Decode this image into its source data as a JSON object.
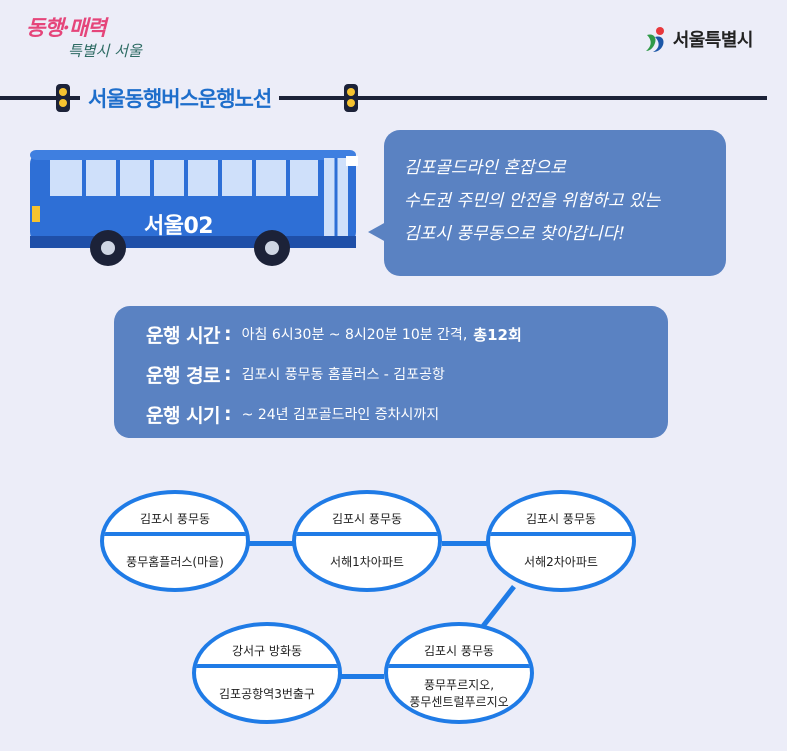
{
  "header": {
    "left_logo_line1": "동행·매력",
    "left_logo_line2": "특별시 서울",
    "right_logo_text": "서울특별시"
  },
  "title": "서울동행버스운행노선",
  "bus": {
    "number": "서울02"
  },
  "bubble": {
    "line1": "김포골드라인 혼잡으로",
    "line2": "수도권 주민의 안전을 위협하고 있는",
    "line3": "김포시 풍무동으로 찾아갑니다!"
  },
  "info": {
    "time_label": "운행 시간",
    "time_value": "아침 6시30분 ~ 8시20분 10분 간격,",
    "time_total": "총12회",
    "route_label": "운행 경로",
    "route_value": "김포시 풍무동 홈플러스 - 김포공항",
    "period_label": "운행 시기",
    "period_value": "~ 24년 김포골드라인 증차시까지",
    "colon": ":"
  },
  "stops": [
    {
      "area": "김포시 풍무동",
      "name": "풍무홈플러스(마을)"
    },
    {
      "area": "김포시 풍무동",
      "name": "서해1차아파트"
    },
    {
      "area": "김포시 풍무동",
      "name": "서해2차아파트"
    },
    {
      "area": "김포시 풍무동",
      "name": "풍무푸르지오,\n풍무센트럴푸르지오"
    },
    {
      "area": "강서구 방화동",
      "name": "김포공항역3번출구"
    }
  ],
  "colors": {
    "accent": "#1f7be6",
    "panel": "#5a82c2",
    "bus": "#2e6fd6",
    "background": "#ecedf8"
  }
}
